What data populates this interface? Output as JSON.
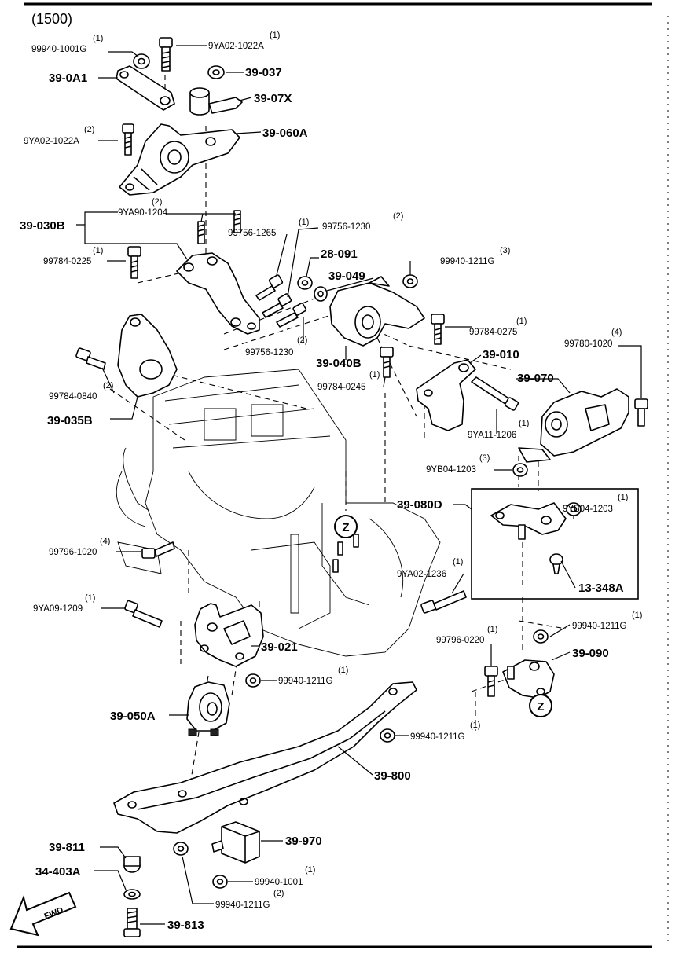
{
  "header": {
    "code": "(1500)"
  },
  "callouts": {
    "c1": {
      "name": "99940-1001G",
      "qty": "(1)"
    },
    "c2": {
      "name": "9YA02-1022A",
      "qty": "(1)"
    },
    "c3": {
      "name": "39-0A1",
      "qty": ""
    },
    "c4": {
      "name": "39-037",
      "qty": ""
    },
    "c5": {
      "name": "39-07X",
      "qty": ""
    },
    "c6": {
      "name": "9YA02-1022A",
      "qty": "(2)"
    },
    "c7": {
      "name": "39-060A",
      "qty": ""
    },
    "c8": {
      "name": "9YA90-1204",
      "qty": "(2)"
    },
    "c9": {
      "name": "39-030B",
      "qty": ""
    },
    "c10": {
      "name": "99756-1265",
      "qty": "(1)"
    },
    "c11": {
      "name": "99756-1230",
      "qty": "(2)"
    },
    "c12": {
      "name": "99784-0225",
      "qty": "(1)"
    },
    "c13": {
      "name": "28-091",
      "qty": ""
    },
    "c14": {
      "name": "99940-1211G",
      "qty": "(3)"
    },
    "c15": {
      "name": "39-049",
      "qty": ""
    },
    "c16": {
      "name": "99784-0275",
      "qty": "(1)"
    },
    "c17": {
      "name": "99756-1230",
      "qty": "(2)"
    },
    "c18": {
      "name": "99780-1020",
      "qty": "(4)"
    },
    "c19": {
      "name": "39-010",
      "qty": ""
    },
    "c20": {
      "name": "39-040B",
      "qty": ""
    },
    "c21": {
      "name": "99784-0245",
      "qty": "(1)"
    },
    "c22": {
      "name": "39-070",
      "qty": ""
    },
    "c23": {
      "name": "99784-0840",
      "qty": "(2)"
    },
    "c24": {
      "name": "39-035B",
      "qty": ""
    },
    "c25": {
      "name": "9YA11-1206",
      "qty": "(1)"
    },
    "c26": {
      "name": "9YB04-1203",
      "qty": "(3)"
    },
    "c27": {
      "name": "39-080D",
      "qty": ""
    },
    "c28": {
      "name": "9YB04-1203",
      "qty": "(1)"
    },
    "c29": {
      "name": "99796-1020",
      "qty": "(4)"
    },
    "c30": {
      "name": "9YA02-1236",
      "qty": "(1)"
    },
    "c31": {
      "name": "13-348A",
      "qty": ""
    },
    "c32": {
      "name": "9YA09-1209",
      "qty": "(1)"
    },
    "c33": {
      "name": "99940-1211G",
      "qty": "(1)"
    },
    "c34": {
      "name": "39-021",
      "qty": ""
    },
    "c35": {
      "name": "99796-0220",
      "qty": "(1)"
    },
    "c36": {
      "name": "39-090",
      "qty": ""
    },
    "c37": {
      "name": "99940-1211G",
      "qty": "(1)"
    },
    "c38": {
      "name": "39-050A",
      "qty": ""
    },
    "c39": {
      "name": "99940-1211G",
      "qty": "(1)"
    },
    "c40": {
      "name": "39-800",
      "qty": ""
    },
    "c41": {
      "name": "39-970",
      "qty": ""
    },
    "c42": {
      "name": "39-811",
      "qty": ""
    },
    "c43": {
      "name": "99940-1001",
      "qty": "(1)"
    },
    "c44": {
      "name": "34-403A",
      "qty": ""
    },
    "c45": {
      "name": "99940-1211G",
      "qty": "(2)"
    },
    "c46": {
      "name": "39-813",
      "qty": ""
    }
  },
  "markers": {
    "z": "Z"
  },
  "direction": {
    "fwd": "FWD"
  }
}
